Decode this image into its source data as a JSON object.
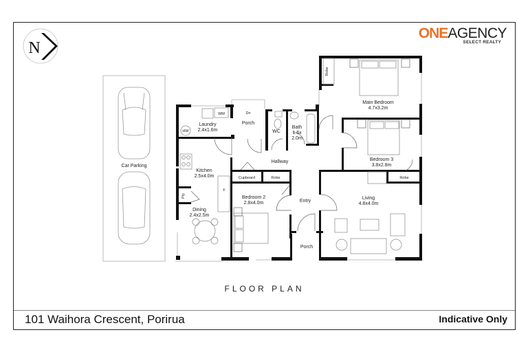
{
  "header": {
    "compass": {
      "letter": "N",
      "icon": "north-arrow-icon"
    },
    "logo": {
      "brand_primary": "ONE",
      "brand_secondary": "AGENCY",
      "subtitle": "SELECT REALTY",
      "accent_color": "#e8732a"
    }
  },
  "plan": {
    "title": "FLOOR PLAN",
    "car_parking": "Car Parking",
    "rooms": {
      "laundry": {
        "name": "Laundry",
        "size": "2.4x1.6m"
      },
      "porch_top": {
        "name": "Porch",
        "stair_label": "Dn"
      },
      "wc": {
        "name": "WC"
      },
      "bath": {
        "name": "Bath",
        "size_line1": "1.6x",
        "size_line2": "2.0m"
      },
      "main_bedroom": {
        "name": "Main Bedroom",
        "size": "4.7x3.2m"
      },
      "main_robe": {
        "name": "Robe"
      },
      "bedroom3": {
        "name": "Bedroom 3",
        "size": "3.8x2.8m"
      },
      "bedroom3_robe": {
        "name": "Robe"
      },
      "hallway": {
        "name": "Hallway"
      },
      "kitchen": {
        "name": "Kitchen",
        "size": "2.5x4.0m"
      },
      "fridge": {
        "name": "F"
      },
      "pantry": {
        "name": "Pty"
      },
      "dining": {
        "name": "Dining",
        "size": "2.4x2.5m"
      },
      "cupboard": {
        "name": "Cupboard"
      },
      "bedroom2_robe": {
        "name": "Robe"
      },
      "bedroom2": {
        "name": "Bedroom 2",
        "size": "2.8x4.0m"
      },
      "entry": {
        "name": "Entry"
      },
      "porch_bottom": {
        "name": "Porch"
      },
      "living": {
        "name": "Living",
        "size": "4.8x4.0m"
      },
      "hot_water": {
        "name": "HW"
      },
      "washing_machine": {
        "name": "WM"
      }
    }
  },
  "footer": {
    "address": "101 Waihora Crescent, Porirua",
    "disclaimer": "Indicative Only"
  }
}
